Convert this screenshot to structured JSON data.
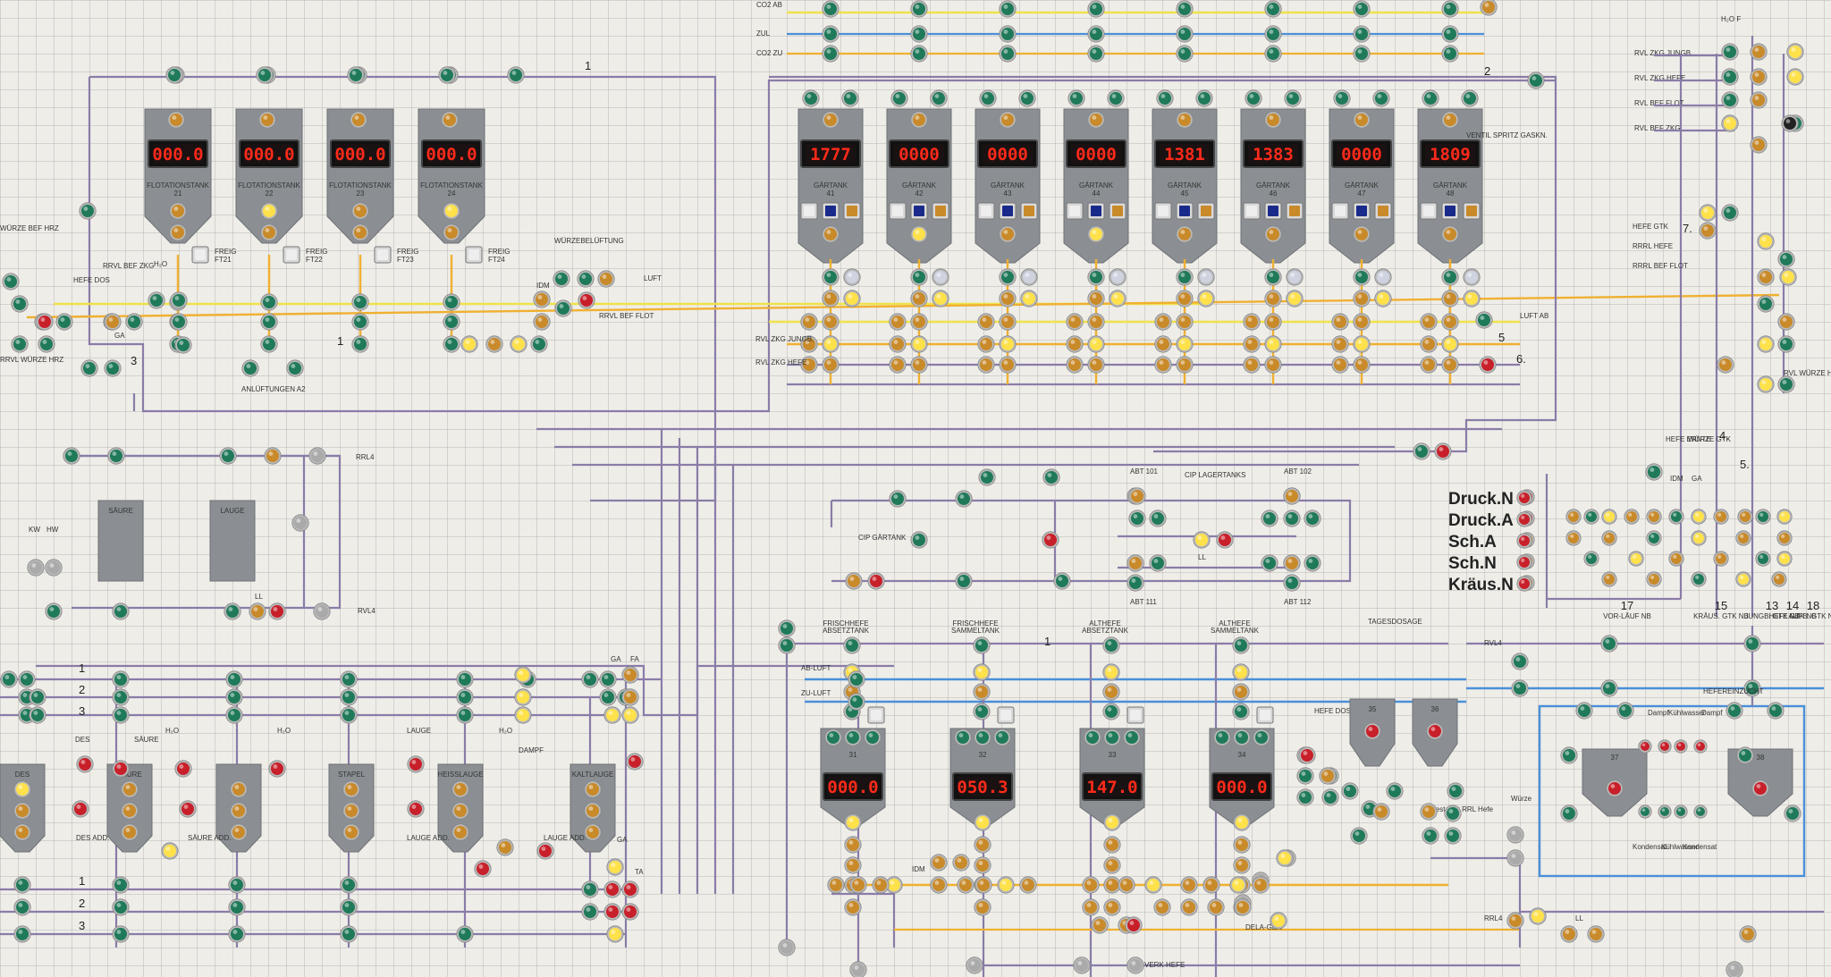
{
  "colors": {
    "pipe_purple": "#8a7ca8",
    "pipe_orange": "#f0b030",
    "pipe_blue": "#4a8fd8",
    "pipe_yellow": "#efe24a",
    "pipe_gray": "#8a8a8a",
    "lamp_green": "#1f7a5a",
    "lamp_amber": "#c98a2a",
    "lamp_yellow": "#ffe14a",
    "lamp_red": "#c8202a",
    "tank": "#8b8f93",
    "display_bg": "#1a1212",
    "display_digits": "#ff2a1a"
  },
  "top_left": {
    "labels": [
      "CO2 AB",
      "ZUL",
      "CO2 ZU"
    ],
    "flotation_tanks": [
      {
        "name": "FLOTATIONSTANK",
        "id": "21",
        "reading": "000.0",
        "release": "FREIG FT21"
      },
      {
        "name": "FLOTATIONSTANK",
        "id": "22",
        "reading": "000.0",
        "release": "FREIG FT22"
      },
      {
        "name": "FLOTATIONSTANK",
        "id": "23",
        "reading": "000.0",
        "release": "FREIG FT23"
      },
      {
        "name": "FLOTATIONSTANK",
        "id": "24",
        "reading": "000.0",
        "release": "FREIG FT24"
      }
    ],
    "wuerzebelueftung": "WÜRZEBELÜFTUNG",
    "luft": "LUFT",
    "idm": "IDM",
    "rrvl_bef_flot": "RRVL BEF FLOT",
    "anluftungen": "ANLÜFTUNGEN A2",
    "line_1": "1",
    "line_3": "3",
    "hefe_dos": "HEFE DOS",
    "rrvl_bef_zkg": "RRVL BEF ZKG",
    "wuerze_bef_hrz": "WÜRZE BEF HRZ",
    "rrvl_wuerze_hrz": "RRVL WÜRZE HRZ",
    "h2o": "H₂O",
    "ga": "GA"
  },
  "fermentation": {
    "tank_label": "GÄRTANK",
    "tanks": [
      {
        "id": "41",
        "reading": "1777"
      },
      {
        "id": "42",
        "reading": "0000"
      },
      {
        "id": "43",
        "reading": "0000"
      },
      {
        "id": "44",
        "reading": "0000"
      },
      {
        "id": "45",
        "reading": "1381"
      },
      {
        "id": "46",
        "reading": "1383"
      },
      {
        "id": "47",
        "reading": "0000"
      },
      {
        "id": "48",
        "reading": "1809"
      }
    ],
    "ventil_label": "VENTIL SPRITZ GASKN.",
    "luft_ab": "LUFT AB",
    "line_2": "2",
    "line_5": "5",
    "line_6": "6.",
    "left_labels": [
      "RVL ZKG JUNGB.",
      "RVL ZKG HEFE"
    ]
  },
  "right_panel": {
    "labels_top": [
      "RVL ZKG JUNGB.",
      "RVL ZKG HEFE",
      "RVL BEF FLOT",
      "RVL BEF ZKG"
    ],
    "labels_mid": [
      "HEFE GTK",
      "RRRL HEFE",
      "RRRL BEF FLOT"
    ],
    "hefe_ernte": "HEFE ERNTE",
    "wuerze_gtk": "WÜRZE GTK",
    "line_7": "7.",
    "line_4": "4.",
    "line_5": "5.",
    "rvl_wuerze_hrz": "RVL WÜRZE HRZ",
    "h2o_f": "H₂O F",
    "legend": [
      "Druck.N",
      "Druck.A",
      "Sch.A",
      "Sch.N",
      "Kräus.N"
    ],
    "bottom_numbers": [
      {
        "num": "17",
        "label": "VOR-LÄUF NB"
      },
      {
        "num": "15",
        "label": "KRÄUS. GTK NB"
      },
      {
        "num": "13",
        "label": "JUNGB. GTK NB"
      },
      {
        "num": "14",
        "label": "HEFE GTK NB"
      },
      {
        "num": "18",
        "label": "AUFB. GTK NB"
      }
    ],
    "idm": "IDM",
    "ga": "GA",
    "hefereinzucht": "HEFEREINZUCHT",
    "rvl4": "RVL4",
    "dampf": "Dampf",
    "kuehlwasser": "Kühlwasser",
    "dampf2": "Dampf",
    "kondensat": "Kondensat",
    "kuehlwasser2": "Kühlwasser",
    "kondensat2": "Kondensat",
    "tank_37": "37",
    "tank_38": "38"
  },
  "middle_left": {
    "rrl4": "RRL4",
    "saure": "SÄURE",
    "lauge": "LAUGE",
    "kw": "KW",
    "hw": "HW",
    "ll": "LL",
    "rvl4": "RVL4"
  },
  "cip": {
    "title": "CIP LAGERTANKS",
    "gaertank": "CIP GÄRTANK",
    "abt101": "ABT 101",
    "abt102": "ABT 102",
    "abt111": "ABT 111",
    "abt112": "ABT 112",
    "ll": "LL"
  },
  "bottom_left": {
    "lines": [
      "1",
      "2",
      "3",
      "1",
      "2",
      "3"
    ],
    "labels": [
      "DES",
      "SÄURE",
      "H₂O",
      "H₂O",
      "LAUGE",
      "H₂O",
      "DES ADD.",
      "SÄURE ADD.",
      "LAUGE ADD.",
      "LAUGE ADD.",
      "DAMPF",
      "GA",
      "FA",
      "TA",
      "GA"
    ],
    "tanks": [
      "DES",
      "SÄURE",
      "",
      "STAPEL",
      "HEISSLAUGE",
      "KALTLAUGE"
    ]
  },
  "settling": {
    "tanks": [
      {
        "name": "FRISCHHEFE ABSETZTANK",
        "id": "31",
        "reading": "000.0"
      },
      {
        "name": "FRISCHHEFE SAMMELTANK",
        "id": "32",
        "reading": "050.3"
      },
      {
        "name": "ALTHEFE ABSETZTANK",
        "id": "33",
        "reading": "147.0"
      },
      {
        "name": "ALTHEFE SAMMELTANK",
        "id": "34",
        "reading": "000.0"
      }
    ],
    "ab_luft": "AB-LUFT",
    "zu_luft": "ZU-LUFT",
    "line_1": "1",
    "idm": "IDM",
    "verk_hefe": "VERK HEFE",
    "dela_ger": "DELA-GER",
    "tagesdosage": "TAGESDOSAGE",
    "hefe_dosage": "HEFE DOSAGE",
    "rest_bier": "Rest Bier RRL Hefe",
    "wuerze": "Würze",
    "rrl4": "RRL4",
    "ll": "LL",
    "tank_35": "35",
    "tank_36": "36"
  }
}
